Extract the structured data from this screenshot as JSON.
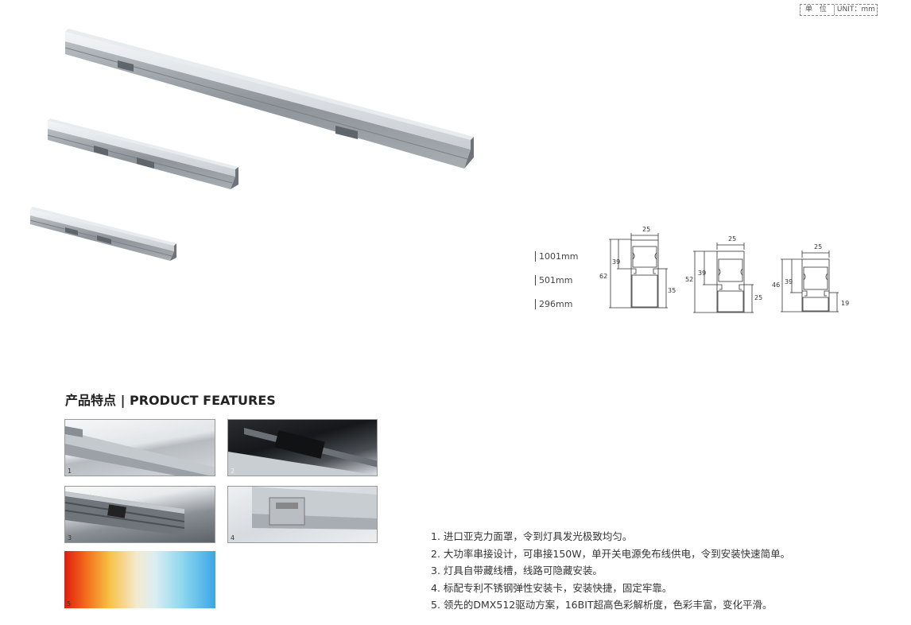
{
  "unit_box": {
    "label_cn": "单 位",
    "label_en": "UNIT：mm"
  },
  "lengths": [
    "1001mm",
    "501mm",
    "296mm"
  ],
  "profiles": [
    {
      "width": "25",
      "height_total": "62",
      "height_upper": "39",
      "height_lower": "35"
    },
    {
      "width": "25",
      "height_total": "52",
      "height_upper": "39",
      "height_lower": "25"
    },
    {
      "width": "25",
      "height_total": "46",
      "height_upper": "39",
      "height_lower": "19"
    }
  ],
  "features": {
    "title": "产品特点 | PRODUCT FEATURES",
    "photos": [
      "1",
      "2",
      "3",
      "4",
      "5"
    ],
    "items": [
      "1. 进口亚克力面罩，令到灯具发光极致均匀。",
      "2. 大功率串接设计，可串接150W，单开关电源免布线供电，令到安装快速简单。",
      "3. 灯具自带藏线槽，线路可隐藏安装。",
      "4. 标配专利不锈钢弹性安装卡，安装快捷，固定牢靠。",
      "5. 领先的DMX512驱动方案，16BIT超高色彩解析度，色彩丰富，变化平滑。"
    ]
  }
}
